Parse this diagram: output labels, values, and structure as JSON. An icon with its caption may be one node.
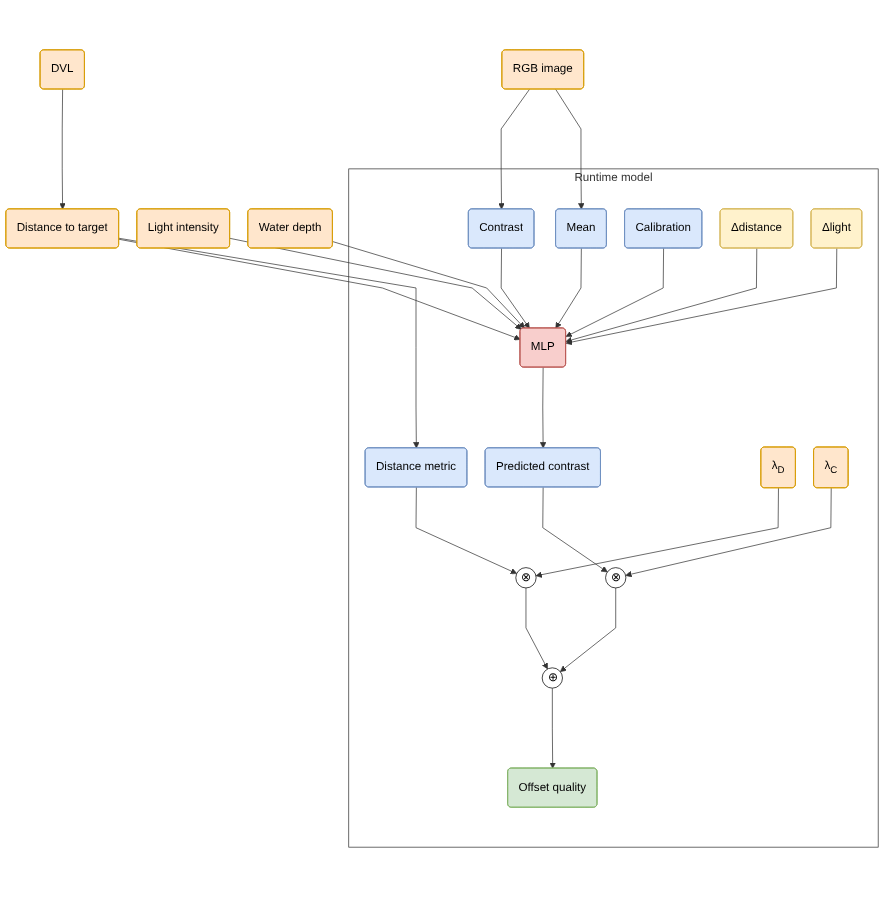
{
  "diagram": {
    "nodes": [
      {
        "text": [
          "RGB image"
        ]
      },
      {
        "text": [
          "Light intensity"
        ]
      },
      {
        "text": [
          "Water depth"
        ]
      },
      {
        "text": [
          "DVL"
        ]
      },
      {
        "text": [
          "Distance to target"
        ]
      },
      {
        "text": [
          "Runtime model"
        ]
      },
      {
        "text": [
          "Contrast"
        ],
        "in": 5
      },
      {
        "text": [
          "Mean"
        ],
        "in": 5
      },
      {
        "text": [
          "Calibration"
        ],
        "in": 5
      },
      {
        "text": [
          "MLP"
        ],
        "in": 5
      },
      {
        "text": [
          "Δdistance"
        ],
        "in": 5
      },
      {
        "text": [
          "Δlight"
        ],
        "in": 5
      },
      {
        "text": [
          "Distance metric"
        ],
        "in": 5
      },
      {
        "text": [
          "Predicted contrast"
        ],
        "in": 5
      },
      {
        "text": [
          "λ$_{D}$"
        ],
        "in": 5
      },
      {
        "text": [
          "⊗"
        ],
        "in": 5
      },
      {
        "text": [
          "λ$_{C}$"
        ],
        "in": 5
      },
      {
        "text": [
          "⊗"
        ],
        "in": 5
      },
      {
        "text": [
          "⊕"
        ],
        "in": 5
      },
      {
        "text": [
          "Offset quality"
        ],
        "in": 5
      }
    ],
    "edges": [
      {
        "from": 0,
        "to": 6,
        "arrow": "to"
      },
      {
        "from": 0,
        "to": 7,
        "arrow": "to"
      },
      {
        "from": 6,
        "to": 9,
        "arrow": "to"
      },
      {
        "from": 7,
        "to": 9,
        "arrow": "to"
      },
      {
        "from": 8,
        "to": 9,
        "arrow": "to"
      },
      {
        "from": 1,
        "to": 9,
        "arrow": "to"
      },
      {
        "from": 2,
        "to": 9,
        "arrow": "to"
      },
      {
        "from": 4,
        "to": 9,
        "arrow": "to"
      },
      {
        "from": 10,
        "to": 9,
        "arrow": "to"
      },
      {
        "from": 11,
        "to": 9,
        "arrow": "to"
      },
      {
        "from": 3,
        "to": 4,
        "arrow": "to"
      },
      {
        "from": 4,
        "to": 12,
        "arrow": "to"
      },
      {
        "from": 9,
        "to": 13,
        "arrow": "to"
      },
      {
        "from": 12,
        "to": 15,
        "arrow": "to"
      },
      {
        "from": 14,
        "to": 15,
        "arrow": "to"
      },
      {
        "from": 13,
        "to": 17,
        "arrow": "to"
      },
      {
        "from": 16,
        "to": 17,
        "arrow": "to"
      },
      {
        "from": 15,
        "to": 18,
        "arrow": "to"
      },
      {
        "from": 17,
        "to": 18,
        "arrow": "to"
      },
      {
        "from": 18,
        "to": 19,
        "arrow": "to"
      }
    ]
  }
}
